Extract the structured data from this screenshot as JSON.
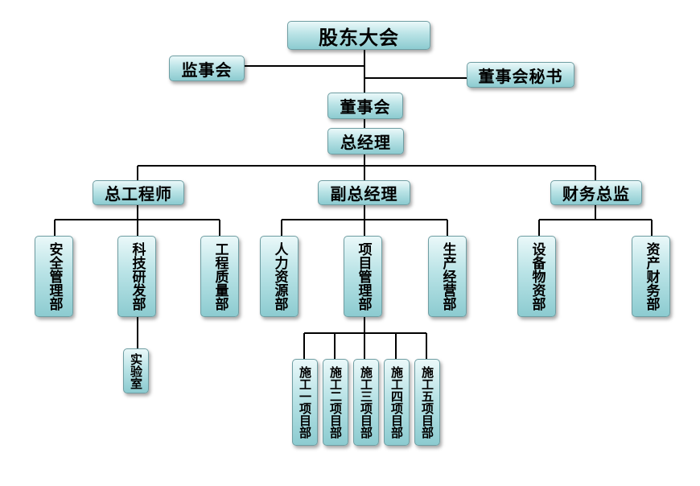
{
  "top": {
    "shareholders": "股东大会",
    "supervisors": "监事会",
    "secretary": "董事会秘书",
    "board": "董事会",
    "gm": "总经理"
  },
  "level2": {
    "chief_engineer": "总工程师",
    "deputy_gm": "副总经理",
    "cfo": "财务总监"
  },
  "departments": {
    "safety": "安全管理部",
    "tech": "科技研发部",
    "quality": "工程质量部",
    "hr": "人力资源部",
    "project": "项目管理部",
    "production": "生产经营部",
    "equipment": "设备物资部",
    "finance": "资产财务部",
    "lab": "实验室"
  },
  "project_units": [
    "施工一项目部",
    "施工二项目部",
    "施工三项目部",
    "施工四项目部",
    "施工五项目部"
  ]
}
